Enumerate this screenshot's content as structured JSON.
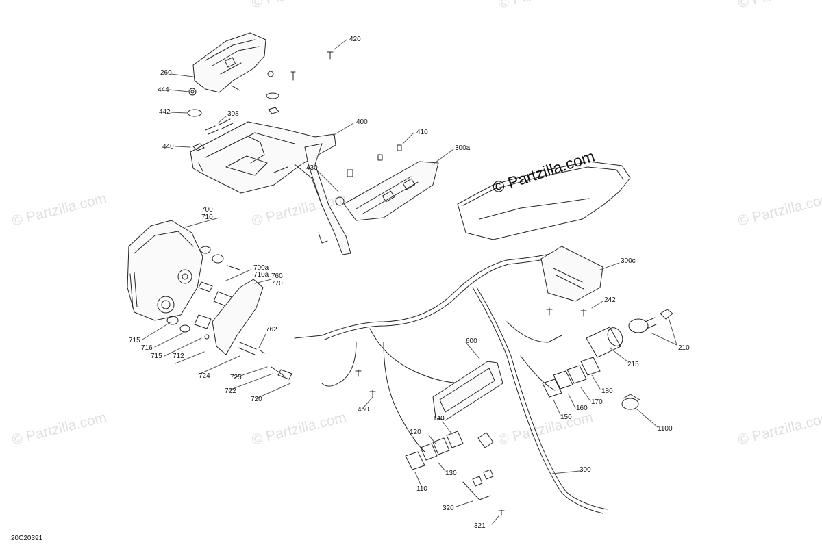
{
  "watermark": {
    "text": "© Partzilla.com",
    "center_text": "© Partzilla.com"
  },
  "diagram_code": "20C20391",
  "callouts": [
    {
      "id": "260",
      "text": "260"
    },
    {
      "id": "444",
      "text": "444"
    },
    {
      "id": "442",
      "text": "442"
    },
    {
      "id": "308",
      "text": "308"
    },
    {
      "id": "440",
      "text": "440"
    },
    {
      "id": "420",
      "text": "420"
    },
    {
      "id": "400",
      "text": "400"
    },
    {
      "id": "410",
      "text": "410"
    },
    {
      "id": "430",
      "text": "430"
    },
    {
      "id": "300a",
      "text": "300a"
    },
    {
      "id": "700",
      "text": "700"
    },
    {
      "id": "710",
      "text": "710"
    },
    {
      "id": "700a",
      "text": "700a"
    },
    {
      "id": "710a",
      "text": "710a"
    },
    {
      "id": "760",
      "text": "760"
    },
    {
      "id": "770",
      "text": "770"
    },
    {
      "id": "715a",
      "text": "715"
    },
    {
      "id": "716",
      "text": "716"
    },
    {
      "id": "715b",
      "text": "715"
    },
    {
      "id": "712",
      "text": "712"
    },
    {
      "id": "762",
      "text": "762"
    },
    {
      "id": "724",
      "text": "724"
    },
    {
      "id": "725",
      "text": "725"
    },
    {
      "id": "722",
      "text": "722"
    },
    {
      "id": "720",
      "text": "720"
    },
    {
      "id": "300c",
      "text": "300c"
    },
    {
      "id": "242",
      "text": "242"
    },
    {
      "id": "210",
      "text": "210"
    },
    {
      "id": "215",
      "text": "215"
    },
    {
      "id": "600",
      "text": "600"
    },
    {
      "id": "180",
      "text": "180"
    },
    {
      "id": "170",
      "text": "170"
    },
    {
      "id": "160",
      "text": "160"
    },
    {
      "id": "150",
      "text": "150"
    },
    {
      "id": "1100",
      "text": "1100"
    },
    {
      "id": "450",
      "text": "450"
    },
    {
      "id": "140",
      "text": "140"
    },
    {
      "id": "120",
      "text": "120"
    },
    {
      "id": "130",
      "text": "130"
    },
    {
      "id": "110",
      "text": "110"
    },
    {
      "id": "300",
      "text": "300"
    },
    {
      "id": "320",
      "text": "320"
    },
    {
      "id": "321",
      "text": "321"
    }
  ]
}
